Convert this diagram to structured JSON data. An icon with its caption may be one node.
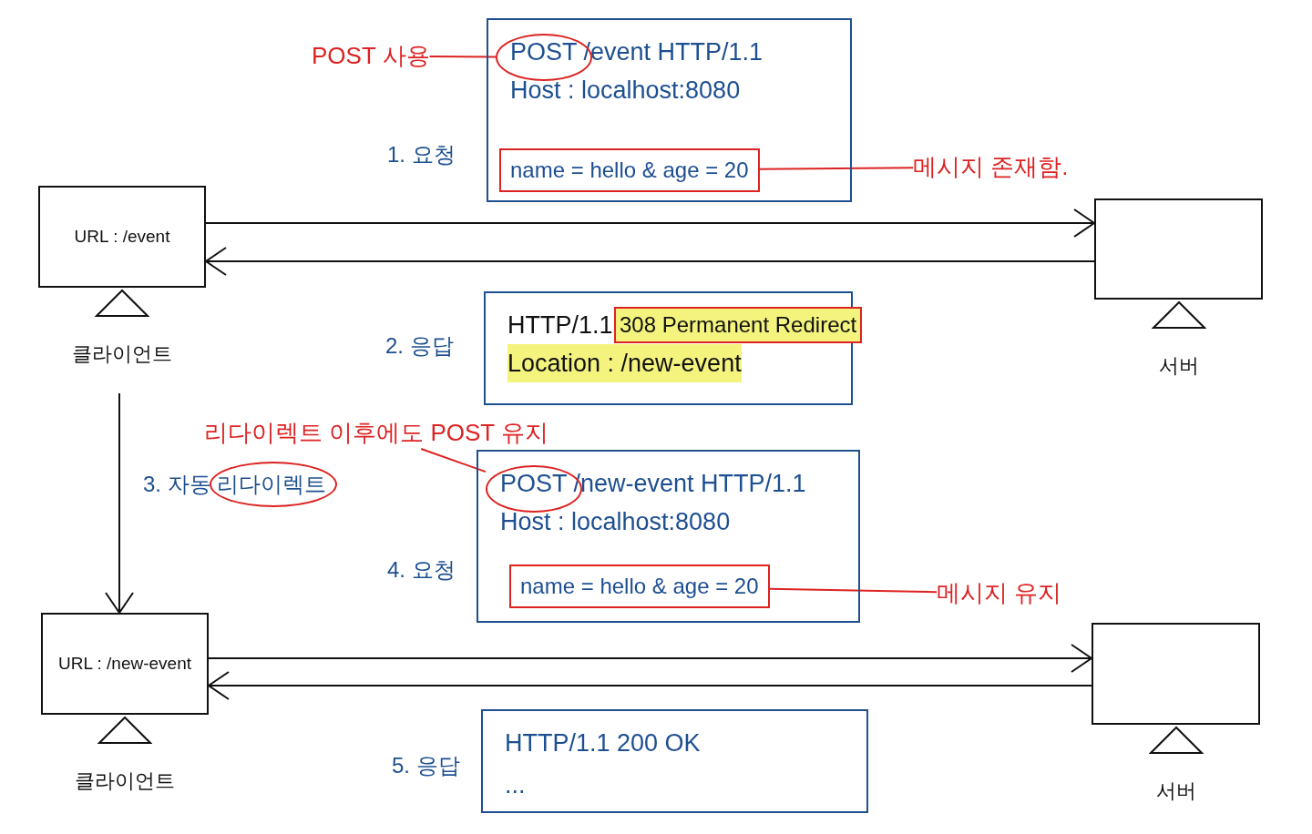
{
  "diagram": {
    "nodes": [
      {
        "text": [
          "POST 사용"
        ]
      },
      {
        "text": [
          "POST /event HTTP/1.1",
          "Host : localhost:8080"
        ]
      },
      {
        "text": [],
        "shape": "circle",
        "in": 1
      },
      {
        "text": [
          "name = hello & age = 20"
        ],
        "in": 1
      },
      {
        "text": [
          "메시지 존재함."
        ]
      },
      {
        "text": [
          "URL : /event"
        ],
        "beside": [
          "클라이언트"
        ]
      },
      {
        "text": [],
        "shape": "box",
        "beside": [
          "서버"
        ]
      },
      {
        "text": [
          "HTTP/1.1",
          "Location : /new-event"
        ]
      },
      {
        "text": [
          "308 Permanent Redirect"
        ],
        "in": 7
      },
      {
        "text": [
          "리다이렉트 이후에도 POST 유지"
        ]
      },
      {
        "text": [
          "POST /new-event HTTP/1.1",
          "Host : localhost:8080"
        ]
      },
      {
        "text": [],
        "shape": "circle",
        "in": 10
      },
      {
        "text": [
          "name = hello & age = 20"
        ],
        "in": 10
      },
      {
        "text": [
          "메시지 유지"
        ]
      },
      {
        "text": [
          "URL : /new-event"
        ],
        "beside": [
          "클라이언트"
        ]
      },
      {
        "text": [],
        "shape": "box",
        "beside": [
          "서버"
        ]
      },
      {
        "text": [
          "HTTP/1.1 200 OK",
          "..."
        ]
      }
    ],
    "edges": [
      {
        "from": 0,
        "to": 2,
        "arrow": "none",
        "color": "#dd2222"
      },
      {
        "from": 4,
        "to": 3,
        "arrow": "none",
        "color": "#dd2222"
      },
      {
        "from": 5,
        "to": 6,
        "arrow": "to"
      },
      {
        "from": 6,
        "to": 5,
        "arrow": "to"
      },
      {
        "from": 9,
        "to": 11,
        "arrow": "none",
        "color": "#dd2222"
      },
      {
        "from": 5,
        "to": 14,
        "arrow": "to"
      },
      {
        "from": 13,
        "to": 12,
        "arrow": "none",
        "color": "#dd2222"
      },
      {
        "from": 14,
        "to": 15,
        "arrow": "to"
      },
      {
        "from": 15,
        "to": 14,
        "arrow": "to"
      }
    ],
    "labels": [
      "1. 요청",
      "2. 응답",
      "3. 자동 리다이렉트",
      "4. 요청",
      "5. 응답"
    ]
  }
}
